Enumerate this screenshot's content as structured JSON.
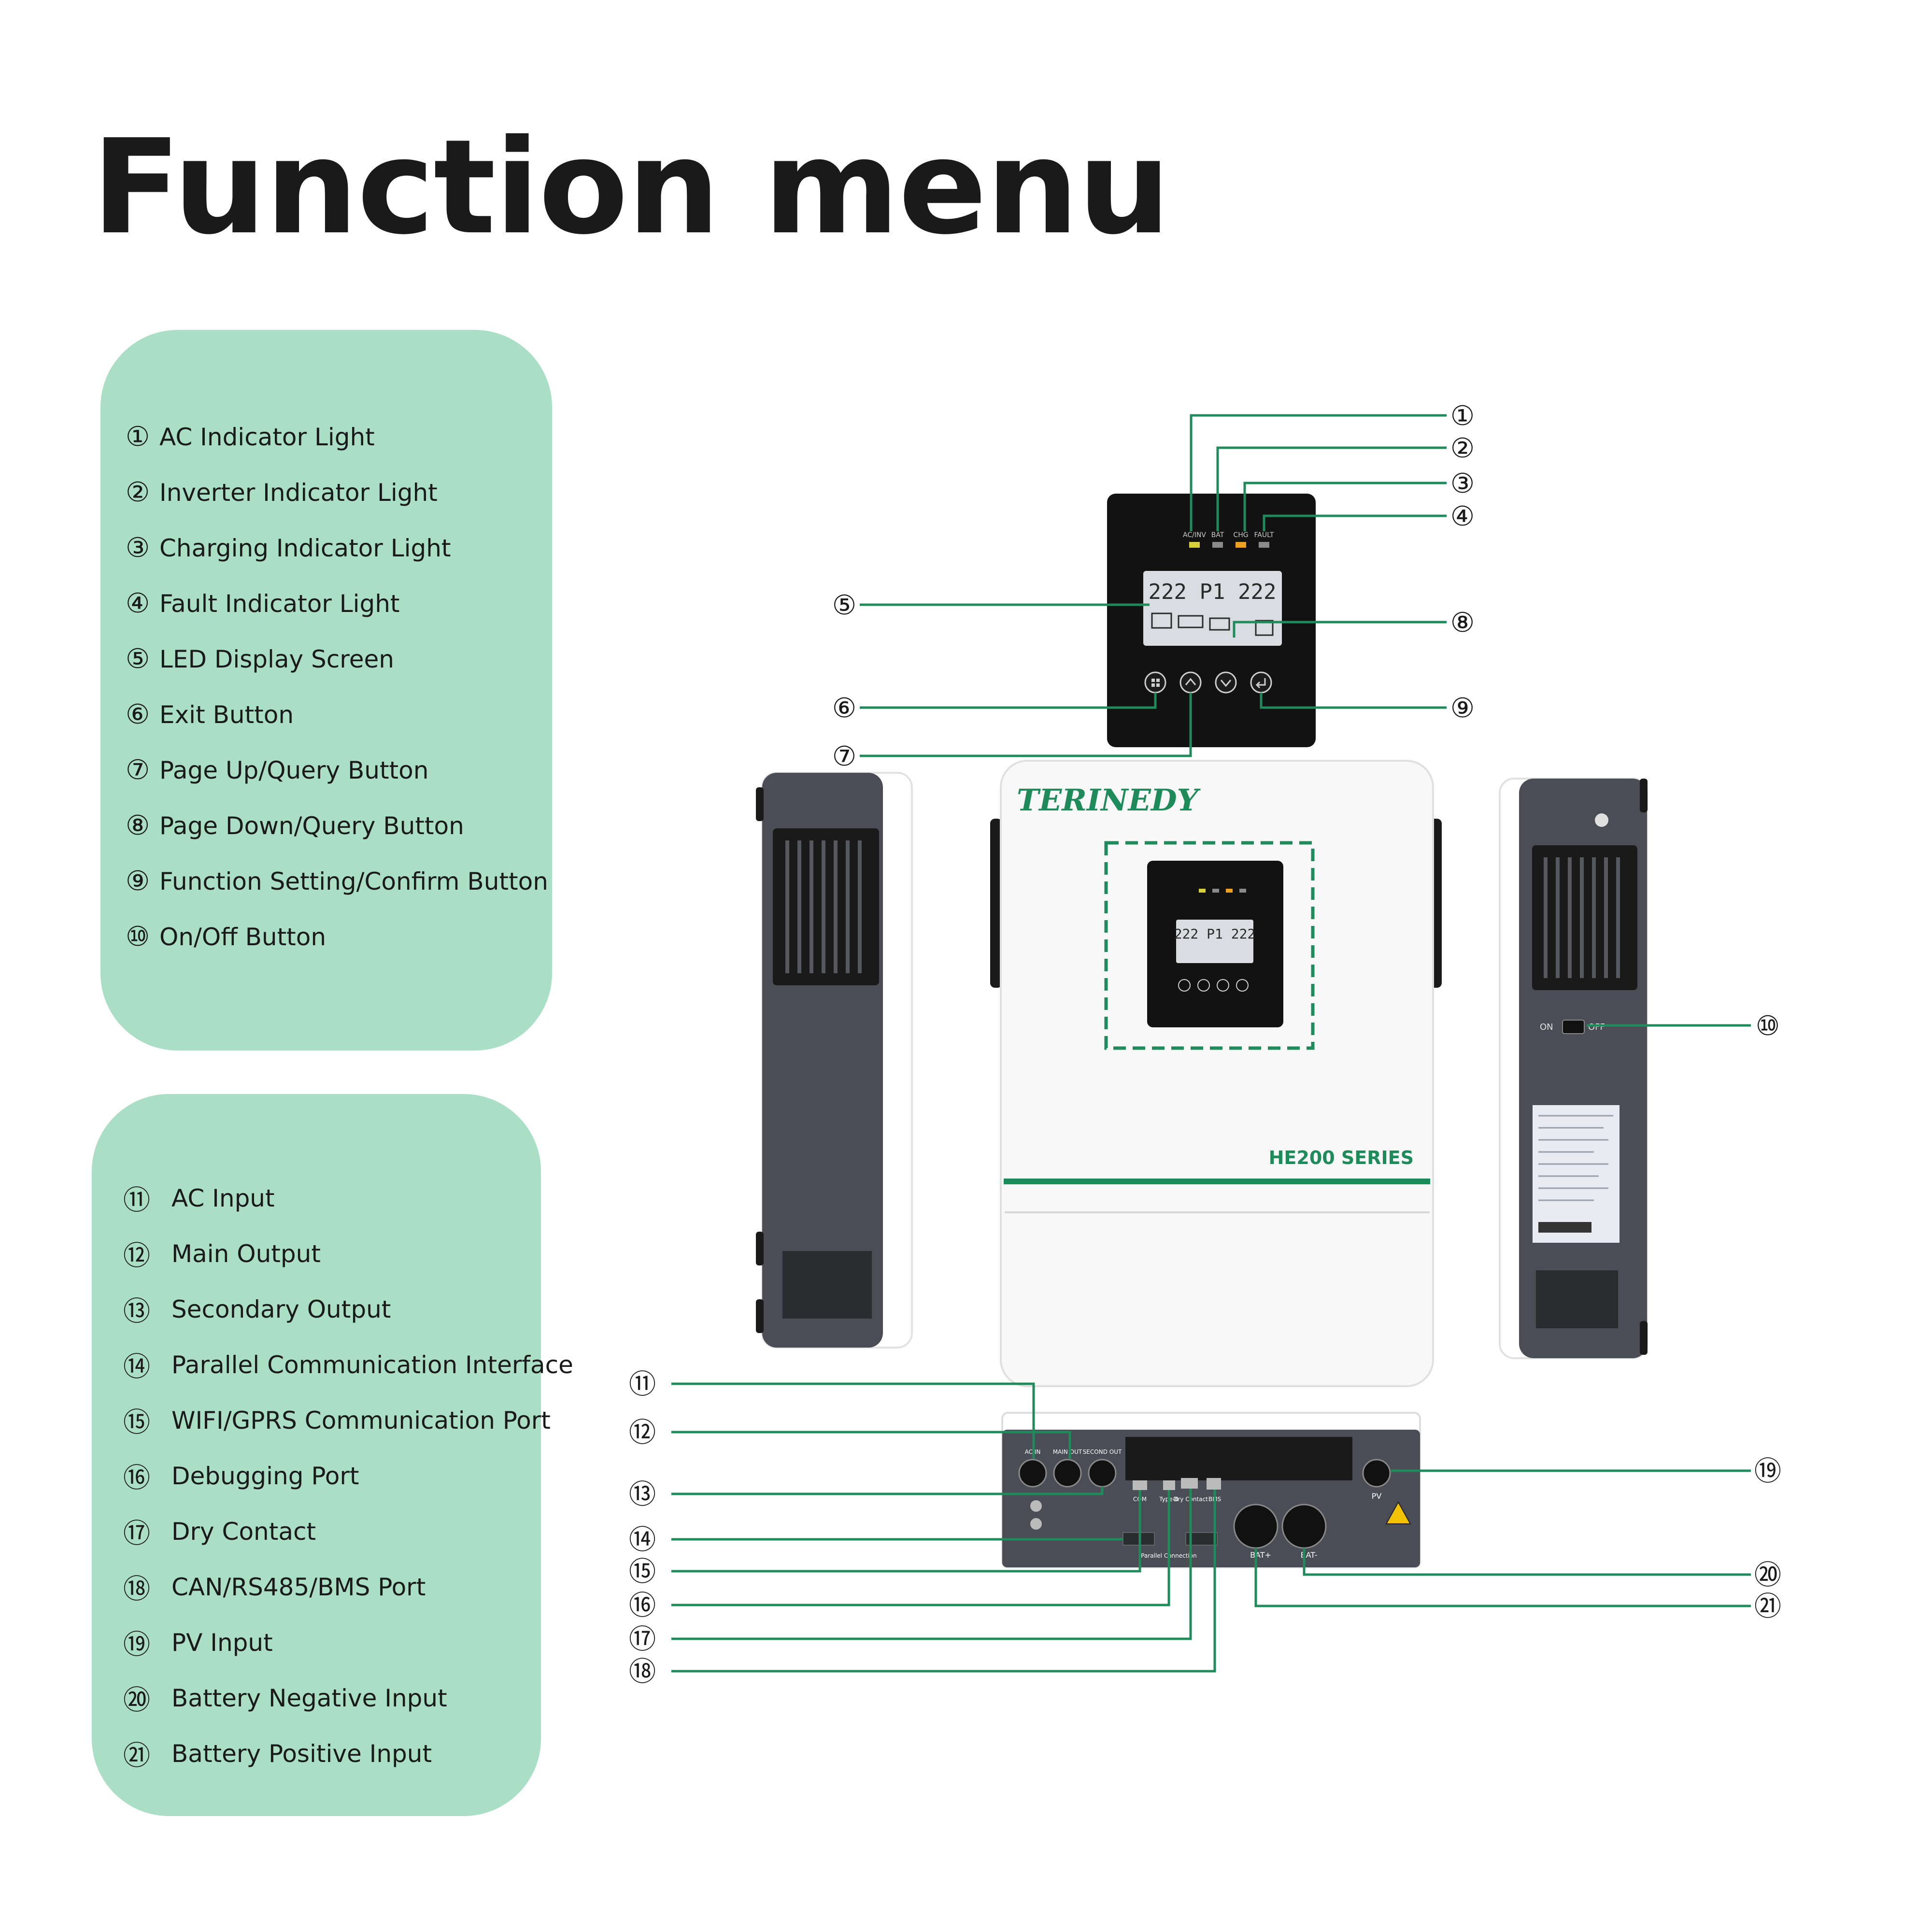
{
  "title": "Function menu",
  "legend_top": [
    {
      "num": "①",
      "label": "AC Indicator Light"
    },
    {
      "num": "②",
      "label": "Inverter Indicator Light"
    },
    {
      "num": "③",
      "label": "Charging Indicator Light"
    },
    {
      "num": "④",
      "label": "Fault Indicator Light"
    },
    {
      "num": "⑤",
      "label": "LED Display Screen"
    },
    {
      "num": "⑥",
      "label": "Exit Button"
    },
    {
      "num": "⑦",
      "label": "Page Up/Query Button"
    },
    {
      "num": "⑧",
      "label": "Page Down/Query Button"
    },
    {
      "num": "⑨",
      "label": "Function Setting/Confirm Button"
    },
    {
      "num": "⑩",
      "label": "On/Off Button"
    }
  ],
  "legend_bottom": [
    {
      "num": "⑪",
      "label": "AC Input"
    },
    {
      "num": "⑫",
      "label": "Main Output"
    },
    {
      "num": "⑬",
      "label": "Secondary Output"
    },
    {
      "num": "⑭",
      "label": "Parallel Communication Interface"
    },
    {
      "num": "⑮",
      "label": "WIFI/GPRS Communication Port"
    },
    {
      "num": "⑯",
      "label": "Debugging Port"
    },
    {
      "num": "⑰",
      "label": "Dry Contact"
    },
    {
      "num": "⑱",
      "label": "CAN/RS485/BMS Port"
    },
    {
      "num": "⑲",
      "label": "PV Input"
    },
    {
      "num": "⑳",
      "label": "Battery Negative Input"
    },
    {
      "num": "㉑",
      "label": "Battery Positive Input"
    }
  ],
  "product": {
    "brand": "TERINEDY",
    "series": "HE200 SERIES",
    "lcd_text": "222 P1 222",
    "indicators": [
      "AC/INV",
      "BAT",
      "CHG",
      "FAULT"
    ],
    "switch_on": "ON",
    "switch_off": "OFF",
    "ports": [
      "AC IN",
      "MAIN OUT",
      "SECOND OUT",
      "COM",
      "Type-B",
      "Dry Contact",
      "BMS",
      "PV",
      "BAT+",
      "BAT-",
      "Parallel Connection"
    ]
  },
  "colors": {
    "accent_green": "#1f8a5a",
    "panel_mint": "#aadfc6",
    "device_dark": "#2a2a2a",
    "side_gray": "#4a4d55"
  }
}
